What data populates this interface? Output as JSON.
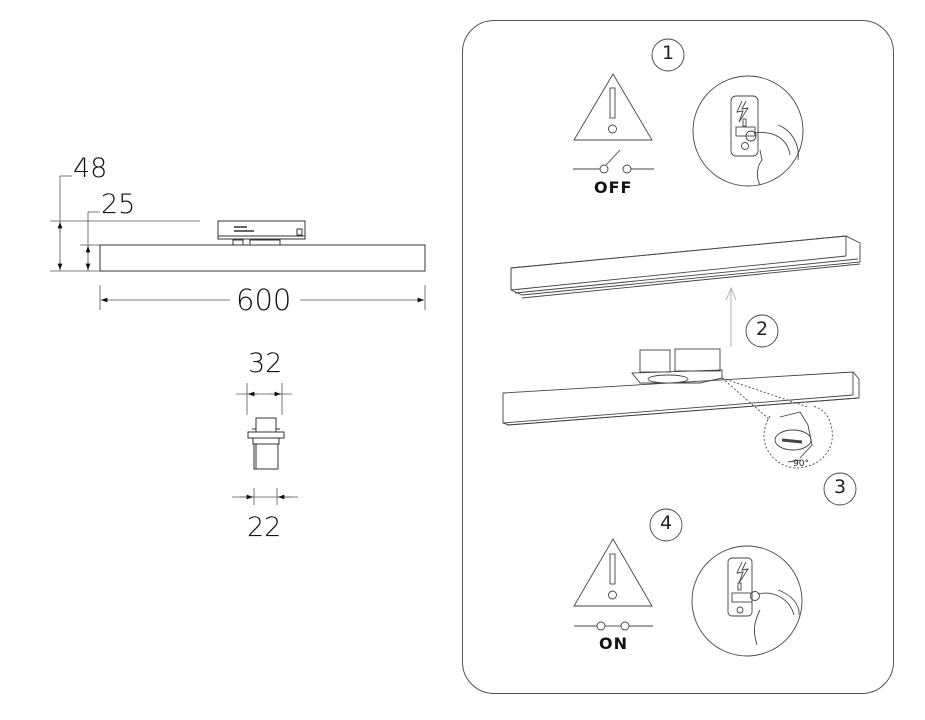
{
  "dimension_drawing": {
    "side_view": {
      "total_height": "48",
      "body_height": "25",
      "length": "600"
    },
    "end_view": {
      "adapter_width": "32",
      "body_width": "22"
    }
  },
  "instructions_panel": {
    "steps": [
      {
        "number": "1",
        "switch_label": "OFF",
        "icons": [
          "warning-triangle-icon",
          "switch-off-icon",
          "breaker-hand-icon"
        ]
      },
      {
        "number": "2",
        "icons": [
          "arrow-up-icon",
          "track-rail",
          "luminaire-with-adapter"
        ]
      },
      {
        "number": "3",
        "angle_label": "90°",
        "icons": [
          "rotate-adapter-detail"
        ]
      },
      {
        "number": "4",
        "switch_label": "ON",
        "icons": [
          "warning-triangle-icon",
          "switch-on-icon",
          "breaker-hand-icon"
        ]
      }
    ]
  }
}
